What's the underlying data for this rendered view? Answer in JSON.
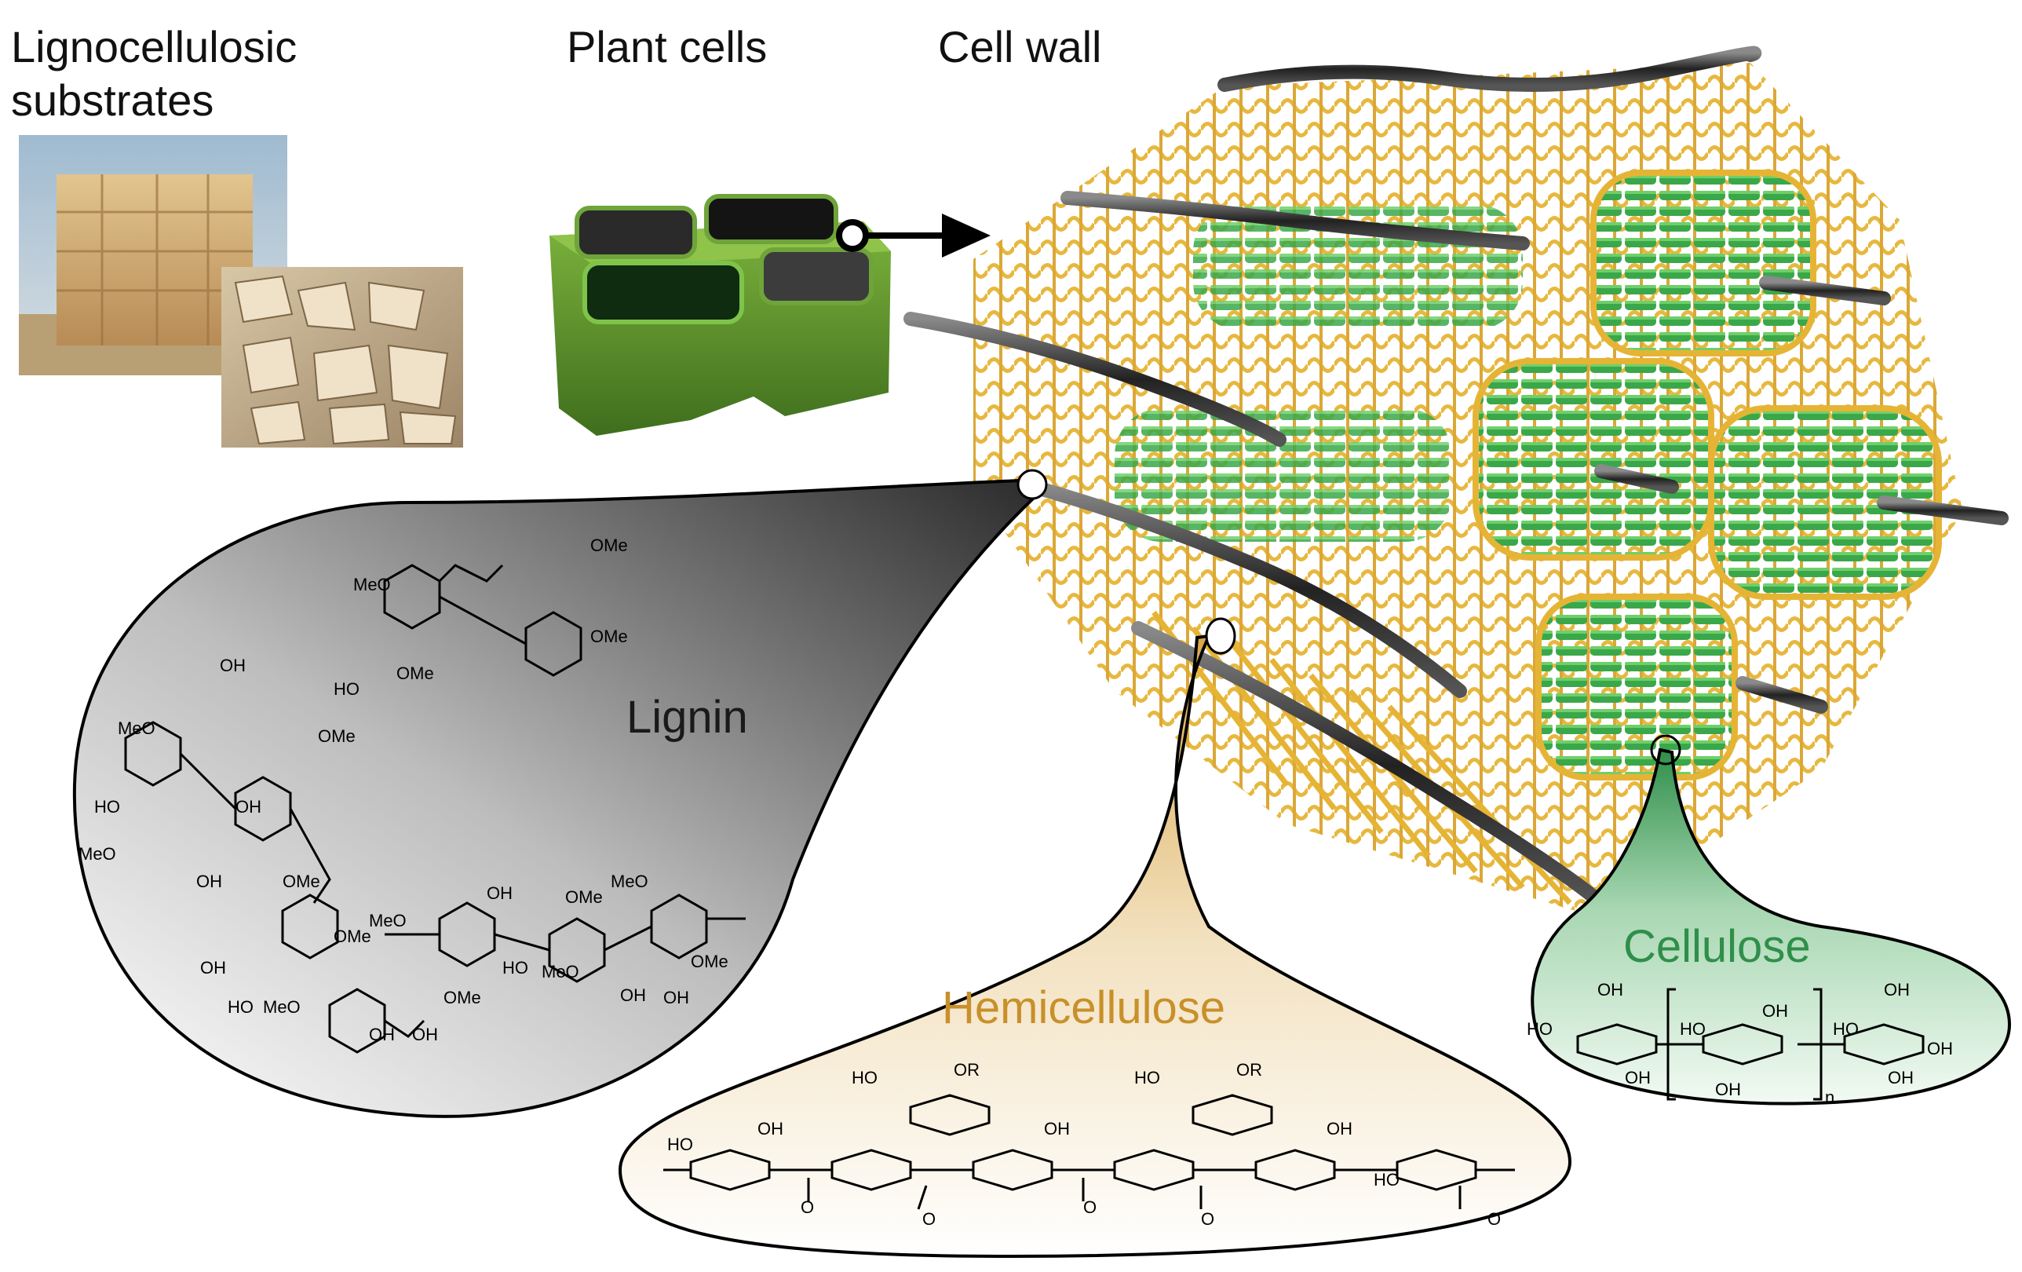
{
  "headers": {
    "substrates_line1": "Lignocellulosic",
    "substrates_line2": "substrates",
    "plant_cells": "Plant cells",
    "cell_wall": "Cell wall"
  },
  "components": {
    "lignin": "Lignin",
    "hemicellulose": "Hemicellulose",
    "cellulose": "Cellulose"
  },
  "colors": {
    "lignin_text": "#1a1a1a",
    "hemicellulose_text": "#c8902a",
    "cellulose_text": "#2f8f4a",
    "fibril_green": "#3aa84a",
    "hemi_yellow": "#e6b435",
    "lignin_rod": "#3a3a3a"
  },
  "chem": {
    "ome": "OMe",
    "meo": "MeO",
    "oh": "OH",
    "ho": "HO",
    "o": "O",
    "or": "OR",
    "n": "n"
  },
  "icons": [
    "hay-bale-photo",
    "wood-chips-photo",
    "plant-cell-block",
    "arrow-right-icon"
  ]
}
